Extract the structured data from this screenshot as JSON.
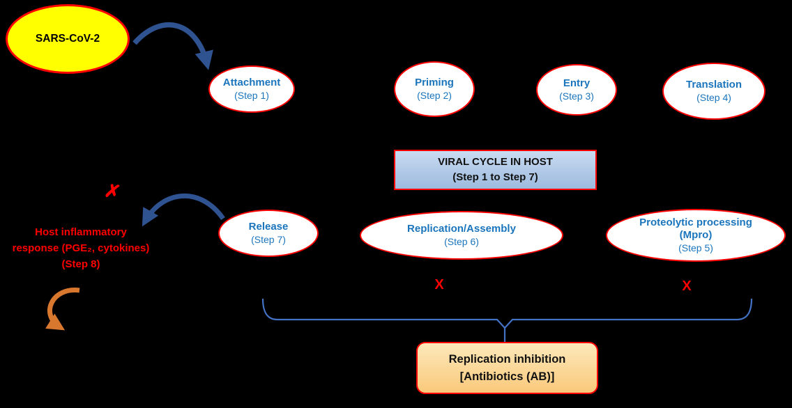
{
  "diagram": {
    "virus_label": "SARS-CoV-2",
    "top_steps": [
      {
        "name": "Attachment",
        "step": "(Step 1)"
      },
      {
        "name": "Priming",
        "step": "(Step 2)"
      },
      {
        "name": "Entry",
        "step": "(Step 3)"
      },
      {
        "name": "Translation",
        "step": "(Step 4)"
      }
    ],
    "cycle_box": {
      "title": "VIRAL CYCLE IN HOST",
      "subtitle": "(Step 1 to Step 7)"
    },
    "bottom_steps": [
      {
        "name": "Release",
        "step": "(Step 7)"
      },
      {
        "name": "Replication/Assembly",
        "step": "(Step 6)"
      },
      {
        "name": "Proteolytic processing (Mpro)",
        "step": "(Step 5)"
      }
    ],
    "host_response": {
      "line1": "Host inflammatory",
      "line2": "response (PGE₂, cytokines)",
      "line3": "(Step 8)"
    },
    "marks": {
      "inhibit_x": "X",
      "host_cross": "✗"
    },
    "inhibition_box": {
      "line1": "Replication inhibition",
      "line2": "[Antibiotics (AB)]"
    },
    "colors": {
      "background": "#000000",
      "ellipse_border": "#FF0000",
      "step_text_blue": "#1B75BC",
      "virus_fill": "#FFFF00",
      "arrow_blue": "#2F5291",
      "brace_blue": "#4472C4",
      "arrow_orange": "#D8782E",
      "alert_red": "#FF0000",
      "cycle_box_top": "#C9DBF1",
      "cycle_box_bottom": "#9DBADE",
      "inhibition_box_top": "#FDE8BA",
      "inhibition_box_bottom": "#F9C97B"
    }
  }
}
